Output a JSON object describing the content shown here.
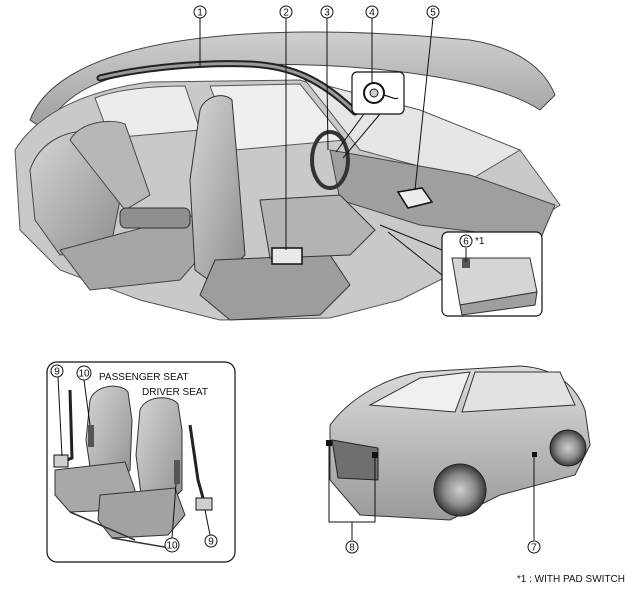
{
  "callouts": {
    "c1": "1",
    "c2": "2",
    "c3": "3",
    "c4": "4",
    "c5": "5",
    "c6": "6",
    "c7": "7",
    "c8": "8",
    "c9": "9",
    "c10": "10",
    "c6_note": "*1"
  },
  "labels": {
    "passenger_seat": "PASSENGER SEAT",
    "driver_seat": "DRIVER SEAT"
  },
  "footnote": "*1 : WITH PAD SWITCH",
  "colors": {
    "line": "#111111",
    "shade_dark": "#8c8c8c",
    "shade_mid": "#bdbdbd",
    "shade_light": "#e2e2e2",
    "paper": "#ffffff"
  }
}
